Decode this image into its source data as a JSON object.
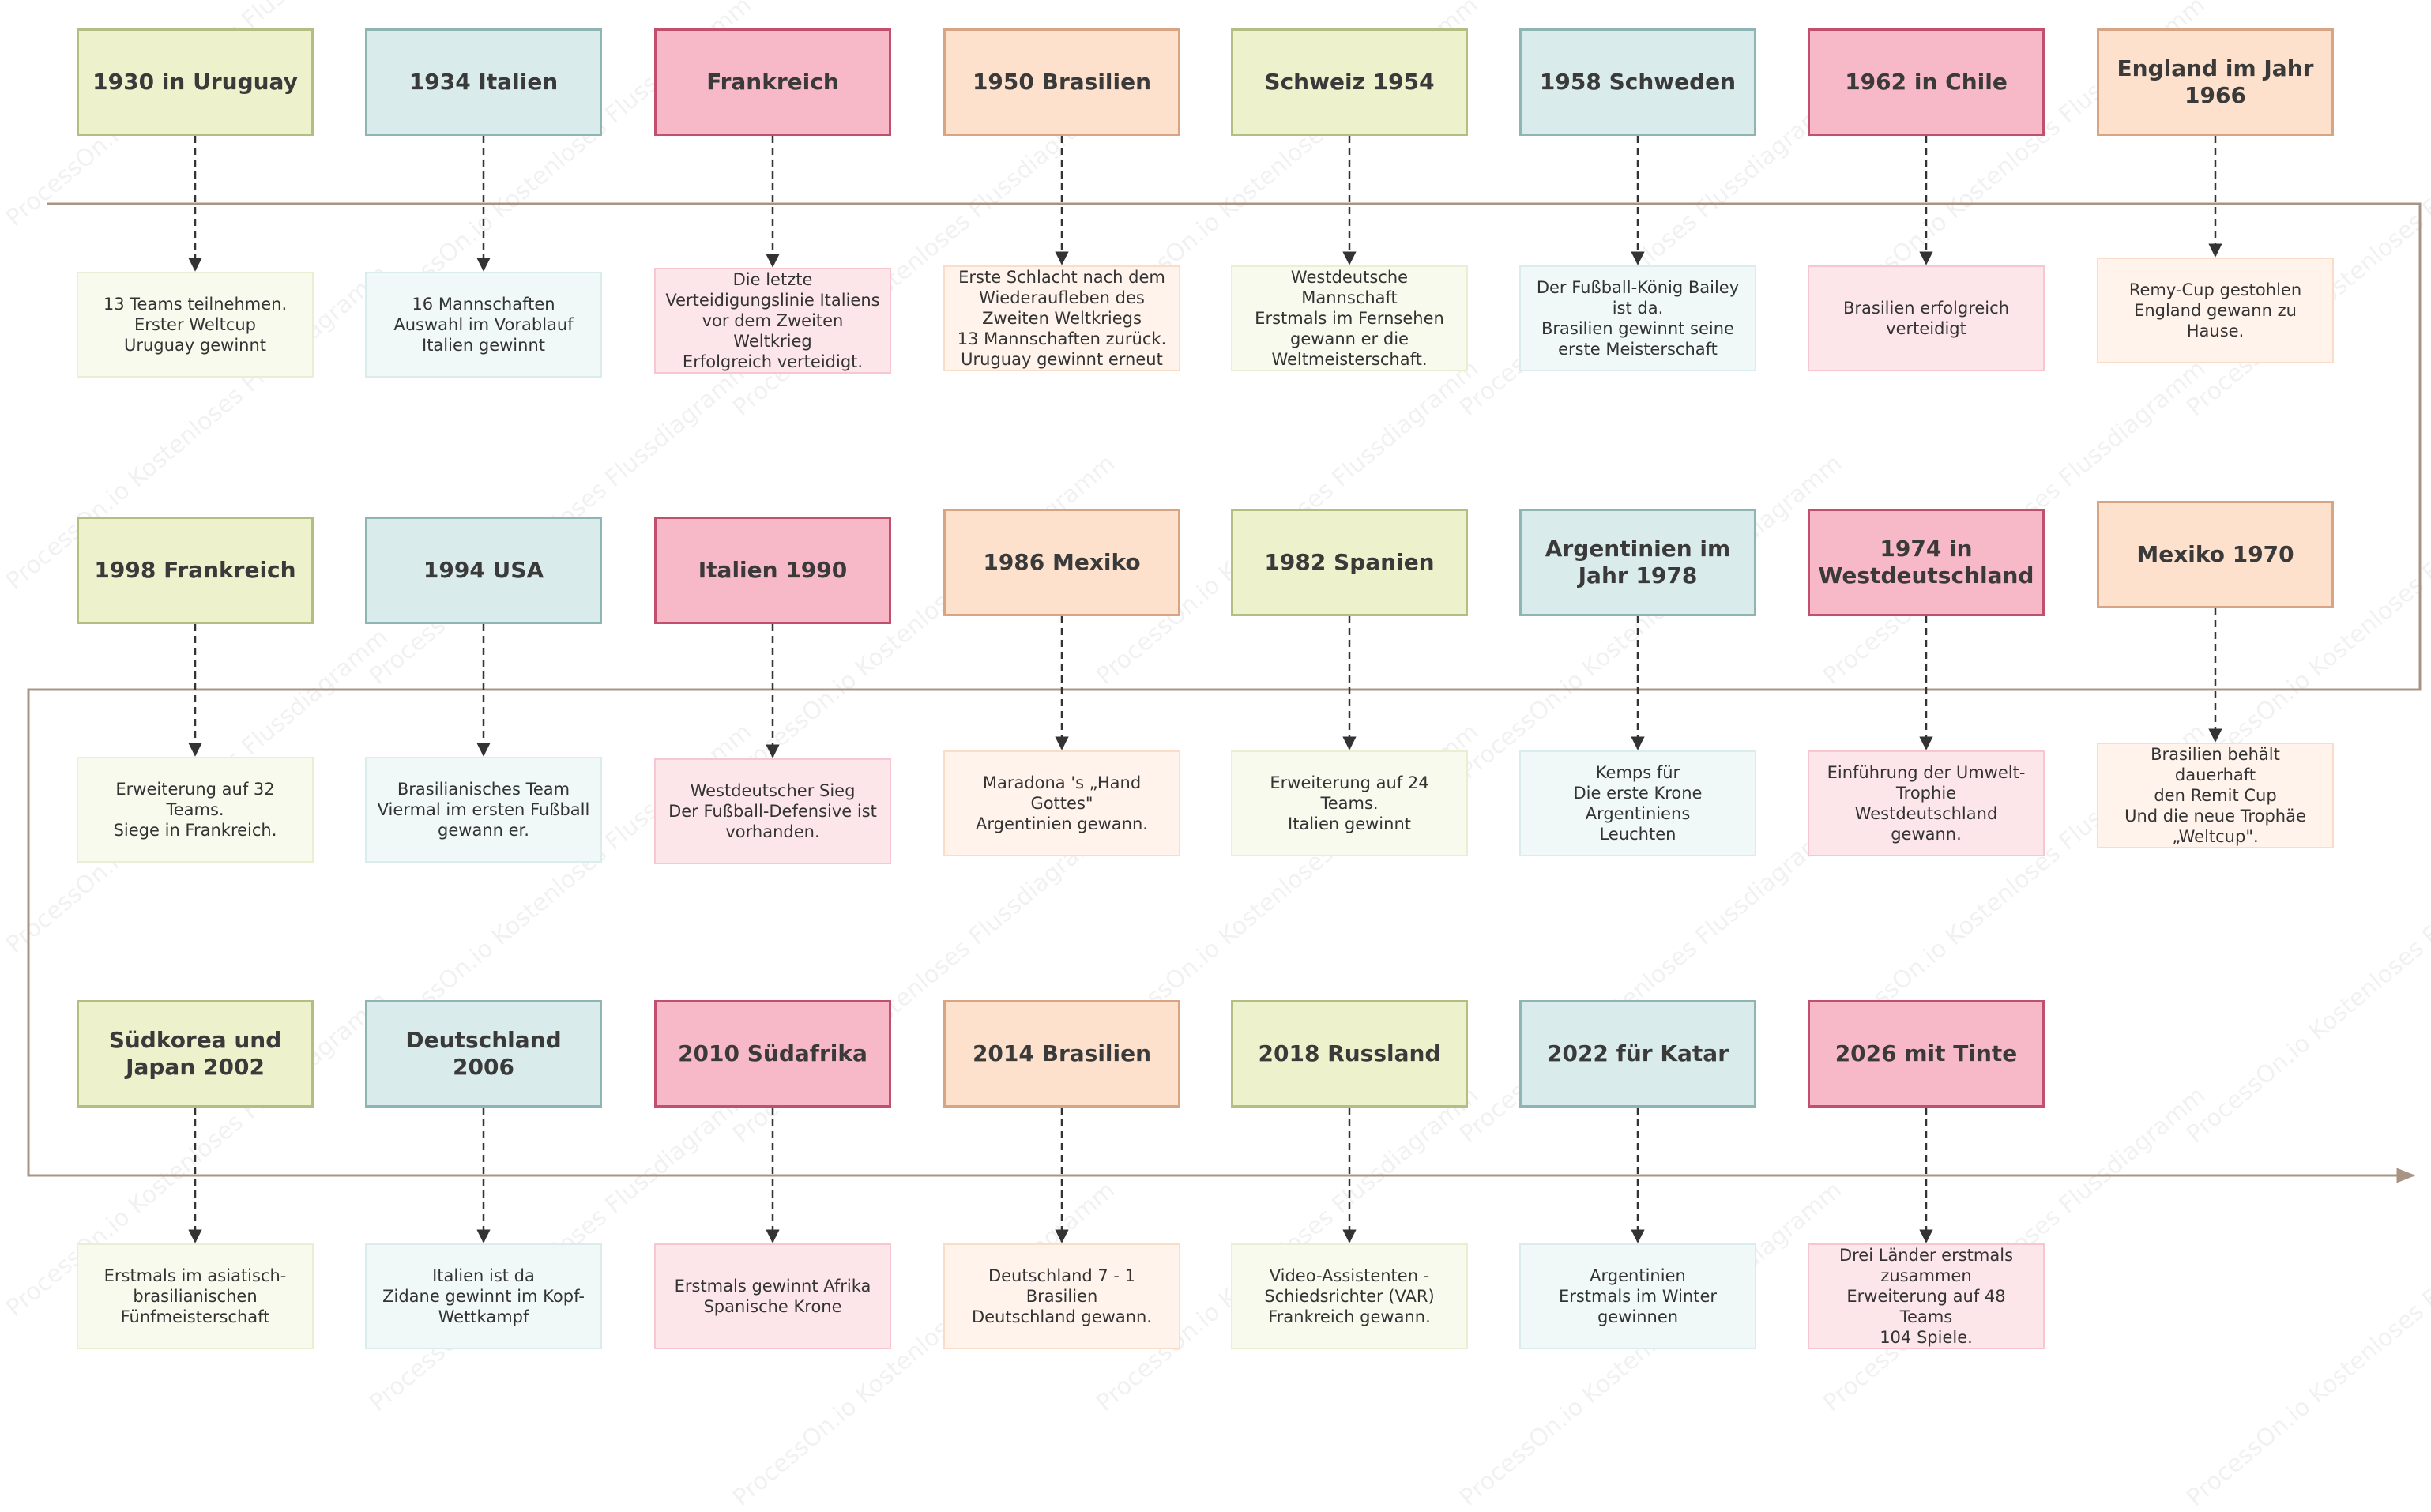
{
  "watermark": "ProcessOn.io Kostenloses Flussdiagramm",
  "colors": {
    "line": "#a89484",
    "connector": "#333333",
    "green": {
      "fill": "#eef2cc",
      "border": "#b4be82",
      "light_fill": "#f8faee",
      "light_border": "#e9efd3"
    },
    "blue": {
      "fill": "#d9ebeb",
      "border": "#8fb4b4",
      "light_fill": "#f1f8f8",
      "light_border": "#dbecec"
    },
    "pink": {
      "fill": "#f7b8c7",
      "border": "#c24f6b",
      "light_fill": "#fce6ea",
      "light_border": "#f7c6d1"
    },
    "orange": {
      "fill": "#fde1cc",
      "border": "#d8a584",
      "light_fill": "#fff3ec",
      "light_border": "#fbdcc8"
    }
  },
  "rows": [
    {
      "events": [
        {
          "title": "1930 in Uruguay",
          "desc": "13 Teams teilnehmen.\nErster Weltcup\nUruguay gewinnt",
          "color": "green"
        },
        {
          "title": "1934 Italien",
          "desc": "16 Mannschaften\nAuswahl im Vorablauf\nItalien gewinnt",
          "color": "blue"
        },
        {
          "title": "Frankreich",
          "desc": "Die letzte\nVerteidigungslinie Italiens\nvor dem Zweiten\nWeltkrieg\nErfolgreich verteidigt.",
          "color": "pink"
        },
        {
          "title": "1950 Brasilien",
          "desc": "Erste Schlacht nach dem\nWiederaufleben des\nZweiten Weltkriegs\n13 Mannschaften zurück.\nUruguay gewinnt erneut",
          "color": "orange"
        },
        {
          "title": "Schweiz 1954",
          "desc": "Westdeutsche\nMannschaft\nErstmals im Fernsehen\ngewann er die\nWeltmeisterschaft.",
          "color": "green"
        },
        {
          "title": "1958 Schweden",
          "desc": "Der Fußball-König Bailey\nist da.\nBrasilien gewinnt seine\nerste Meisterschaft",
          "color": "blue"
        },
        {
          "title": "1962 in Chile",
          "desc": "Brasilien erfolgreich\nverteidigt",
          "color": "pink"
        },
        {
          "title": "England im Jahr 1966",
          "desc": "Remy-Cup gestohlen\nEngland gewann zu\nHause.",
          "color": "orange"
        }
      ]
    },
    {
      "events": [
        {
          "title": "1998 Frankreich",
          "desc": "Erweiterung auf 32\nTeams.\nSiege in Frankreich.",
          "color": "green"
        },
        {
          "title": "1994 USA",
          "desc": "Brasilianisches Team\nViermal im ersten Fußball\ngewann er.",
          "color": "blue"
        },
        {
          "title": "Italien 1990",
          "desc": "Westdeutscher Sieg\nDer Fußball-Defensive ist\nvorhanden.",
          "color": "pink"
        },
        {
          "title": "1986 Mexiko",
          "desc": "Maradona 's „Hand\nGottes\"\nArgentinien gewann.",
          "color": "orange"
        },
        {
          "title": "1982 Spanien",
          "desc": "Erweiterung auf 24\nTeams.\nItalien gewinnt",
          "color": "green"
        },
        {
          "title": "Argentinien im Jahr 1978",
          "desc": "Kemps für\nDie erste Krone\nArgentiniens\nLeuchten",
          "color": "blue"
        },
        {
          "title": "1974 in Westdeutschland",
          "desc": "Einführung der Umwelt-\nTrophie\nWestdeutschland gewann.",
          "color": "pink"
        },
        {
          "title": "Mexiko 1970",
          "desc": "Brasilien behält dauerhaft\nden Remit Cup\nUnd die neue Trophäe\n„Weltcup\".",
          "color": "orange"
        }
      ]
    },
    {
      "events": [
        {
          "title": "Südkorea und Japan 2002",
          "desc": "Erstmals im asiatisch-\nbrasilianischen\nFünfmeisterschaft",
          "color": "green"
        },
        {
          "title": "Deutschland 2006",
          "desc": "Italien ist da\nZidane gewinnt im Kopf-\nWettkampf",
          "color": "blue"
        },
        {
          "title": "2010 Südafrika",
          "desc": "Erstmals gewinnt Afrika\nSpanische Krone",
          "color": "pink"
        },
        {
          "title": "2014 Brasilien",
          "desc": "Deutschland 7 - 1\nBrasilien\nDeutschland gewann.",
          "color": "orange"
        },
        {
          "title": "2018 Russland",
          "desc": "Video-Assistenten -\nSchiedsrichter (VAR)\nFrankreich gewann.",
          "color": "green"
        },
        {
          "title": "2022 für Katar",
          "desc": "Argentinien\nErstmals im Winter\ngewinnen",
          "color": "blue"
        },
        {
          "title": "2026 mit Tinte",
          "desc": "Drei Länder erstmals\nzusammen\nErweiterung auf 48 Teams\n104 Spiele.",
          "color": "pink"
        }
      ]
    }
  ]
}
